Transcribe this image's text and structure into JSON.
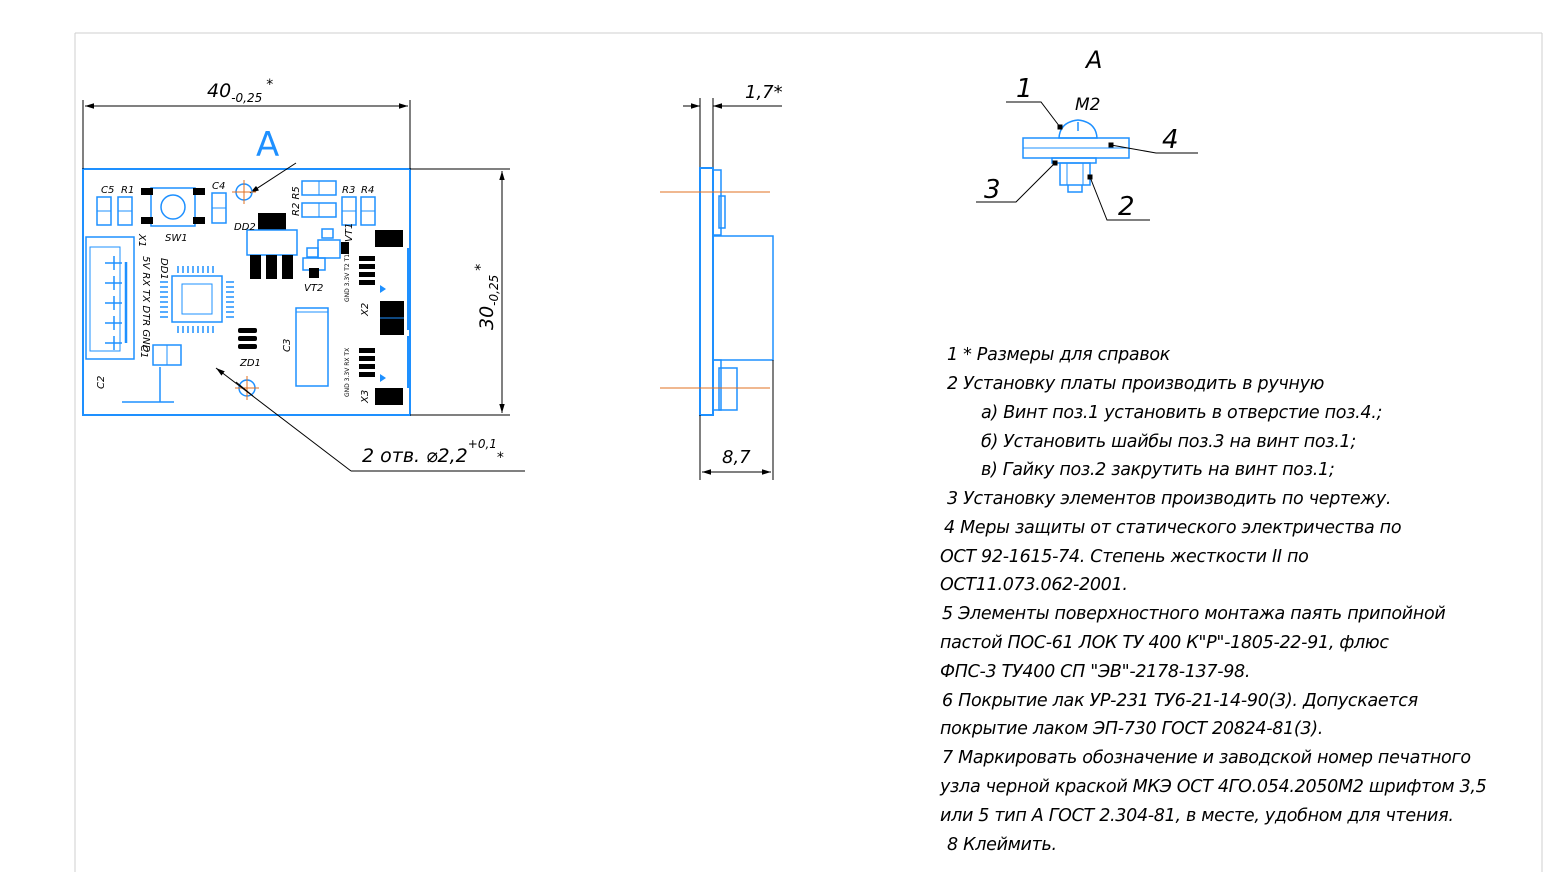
{
  "colors": {
    "board": "#1e90ff",
    "fill": "#0066ff",
    "pad": "#000000",
    "center_line": "#e07020",
    "line": "#000000",
    "frame": "#cfcfcf"
  },
  "plan_view": {
    "view_letter": "A",
    "dim_width": "40",
    "dim_width_tol": "-0,25",
    "dim_height": "30",
    "dim_height_tol": "-0,25",
    "star": "*",
    "holes_text": "2 отв. ⌀2,2",
    "holes_tol": "+0,1",
    "labels": {
      "c5": "C5",
      "r1": "R1",
      "c4": "C4",
      "r2r5": "R2 R5",
      "r3": "R3",
      "r4": "R4",
      "sw1": "SW1",
      "dd2": "DD2",
      "x1": "X1",
      "dd1": "DD1",
      "vt1": "VT1",
      "vt2": "VT2",
      "x2": "X2",
      "x3": "X3",
      "c3": "C3",
      "zd1": "ZD1",
      "c1": "C1",
      "c2": "C2",
      "x1_pins": "5V RX TX DTR GND",
      "x2_pins": "GND 3.3V T2 T1",
      "x3_pins": "GND 3.3V RX TX"
    }
  },
  "side_view": {
    "dim_thickness": "1,7*",
    "dim_total": "8,7"
  },
  "detail_view": {
    "title": "A",
    "thread": "M2",
    "pos1": "1",
    "pos2": "2",
    "pos3": "3",
    "pos4": "4"
  },
  "notes": [
    "1 * Размеры для справок",
    "2 Установку платы производить в ручную",
    "а) Винт поз.1 установить в отверстие поз.4.;",
    "б) Установить шайбы поз.3 на винт поз.1;",
    "в) Гайку поз.2 закрутить на винт поз.1;",
    "3 Установку элементов производить по чертежу.",
    "4 Меры защиты от статического электричества по",
    "ОСТ 92-1615-74. Степень жесткости II по",
    "ОСТ11.073.062-2001.",
    "5 Элементы поверхностного монтажа паять припойной",
    "пастой ПОС-61 ЛОК ТУ 400 К\"Р\"-1805-22-91, флюс",
    "ФПС-3 ТУ400 СП \"ЭВ\"-2178-137-98.",
    "6 Покрытие лак УР-231 ТУ6-21-14-90(3). Допускается",
    "покрытие лаком ЭП-730 ГОСТ 20824-81(3).",
    "7 Маркировать обозначение и заводской номер печатного",
    "узла черной краской МКЭ ОСТ 4ГО.054.2050М2 шрифтом 3,5",
    "или 5 тип А ГОСТ 2.304-81, в  месте, удобном для чтения.",
    "8 Клеймить."
  ]
}
